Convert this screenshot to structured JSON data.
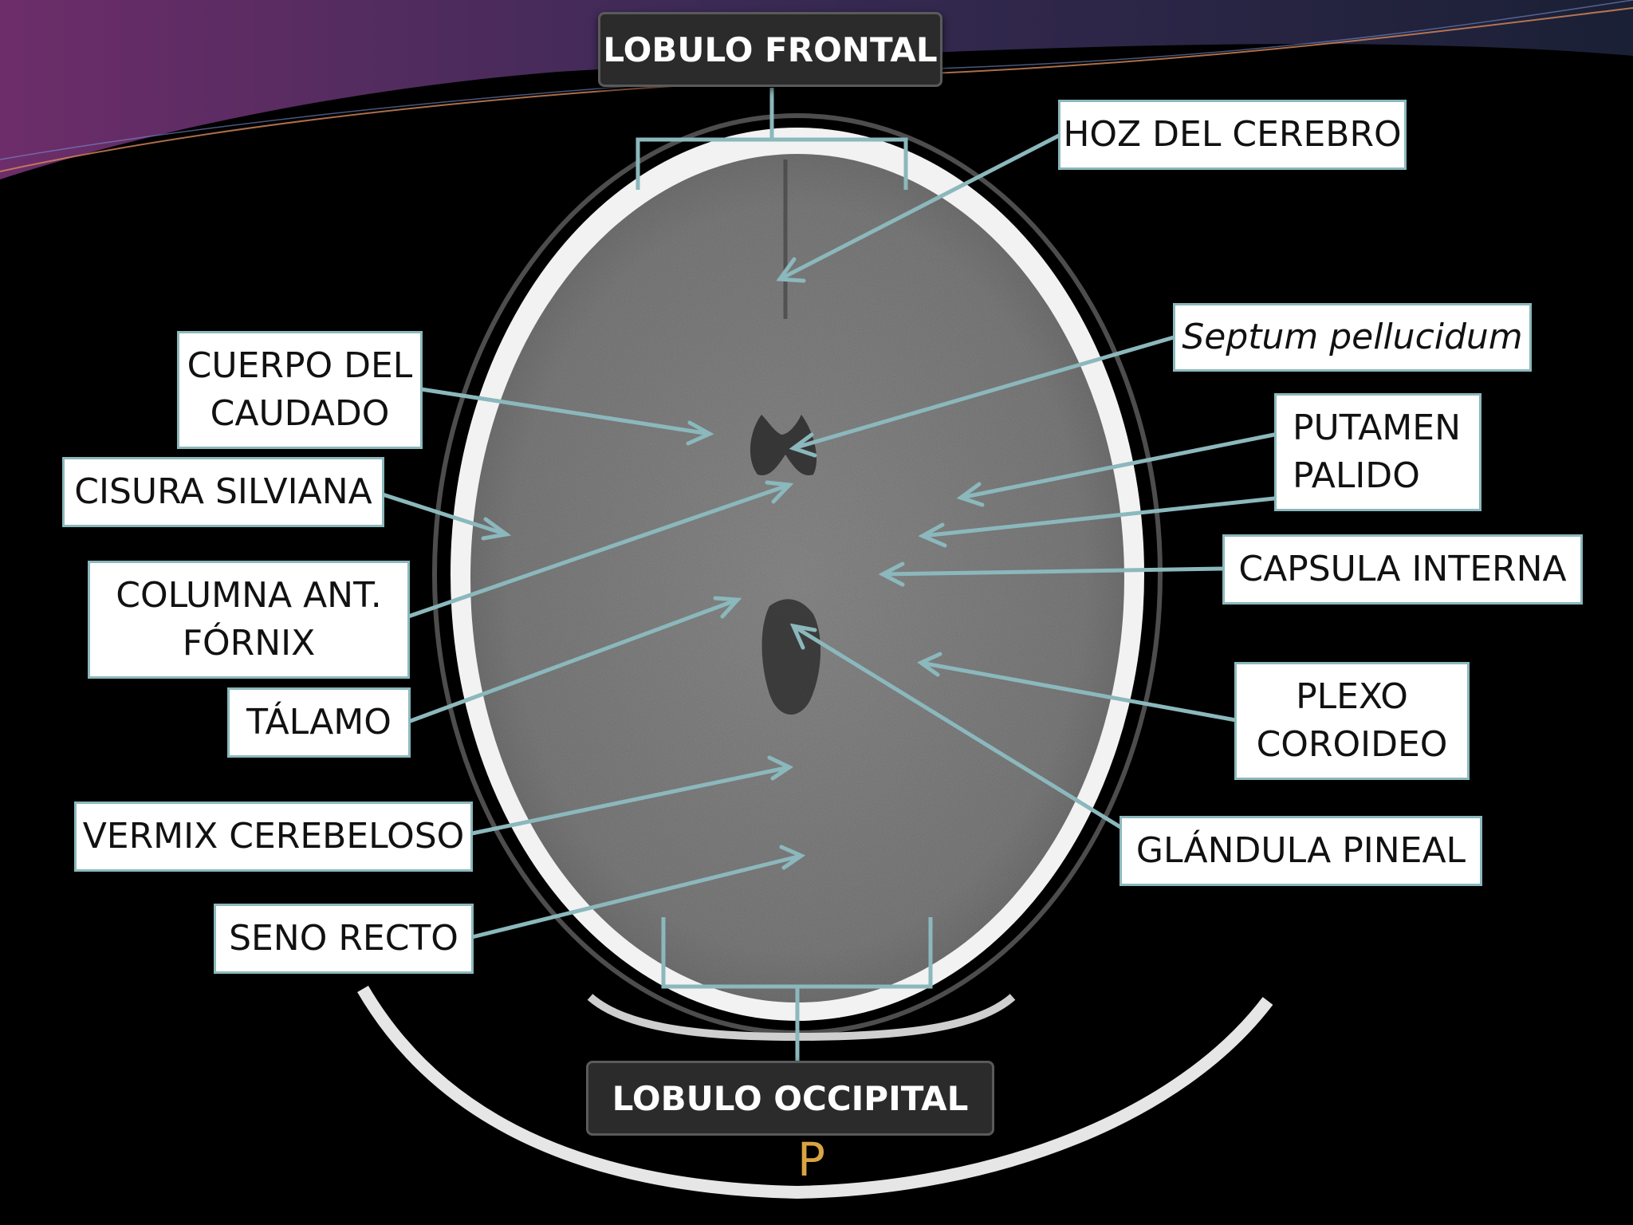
{
  "colors": {
    "leader_line": "#8bb8bc",
    "label_border": "#8bb8bc",
    "orientation_letter": "#d9a441"
  },
  "header_label": "LOBULO FRONTAL",
  "footer_label": "LOBULO OCCIPITAL",
  "orientation_marker": "P",
  "labels": {
    "hoz_del_cerebro": [
      "HOZ DEL CEREBRO"
    ],
    "septum_pellucidum": [
      "Septum pellucidum"
    ],
    "cuerpo_del_caudado": [
      "CUERPO DEL",
      "CAUDADO"
    ],
    "putamen_palido": [
      "PUTAMEN",
      "PALIDO"
    ],
    "cisura_silviana": [
      "CISURA SILVIANA"
    ],
    "capsula_interna": [
      "CAPSULA INTERNA"
    ],
    "columna_ant_fornix": [
      "COLUMNA ANT.",
      "FÓRNIX"
    ],
    "plexo_coroideo": [
      "PLEXO",
      "COROIDEO"
    ],
    "talamo": [
      "TÁLAMO"
    ],
    "vermix_cerebeloso": [
      "VERMIX CEREBELOSO"
    ],
    "glandula_pineal": [
      "GLÁNDULA PINEAL"
    ],
    "seno_recto": [
      "SENO RECTO"
    ]
  }
}
